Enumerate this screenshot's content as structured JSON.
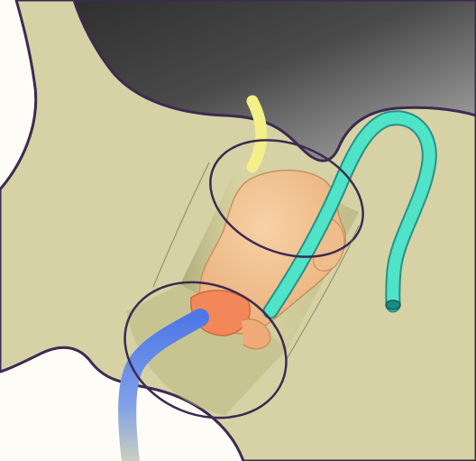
{
  "diagram": {
    "labels": [],
    "colors": {
      "background": "#fdfcf6",
      "tissue": "#d6d2a5",
      "cavity_dark": "#3a3a3a",
      "cavity_light": "#a8a8a8",
      "outline": "#3d2a52",
      "organ": "#f0c08e",
      "organ_red": "#f2875a",
      "duct_yellow": "#f4ef86",
      "tube_blue": "#5b82e8",
      "catheter_teal": "#4fe3c8",
      "sheath": "#c9c68f"
    },
    "parts": [
      {
        "name": "surrounding-tissue",
        "icon": "tissue-shape"
      },
      {
        "name": "dark-cavity",
        "icon": "cavity-shape"
      },
      {
        "name": "transparent-cylinder",
        "icon": "cylinder-shape"
      },
      {
        "name": "organ",
        "icon": "organ-shape"
      },
      {
        "name": "yellow-duct",
        "icon": "duct-shape"
      },
      {
        "name": "blue-tube",
        "icon": "tube-shape"
      },
      {
        "name": "teal-catheter",
        "icon": "catheter-shape"
      }
    ]
  }
}
